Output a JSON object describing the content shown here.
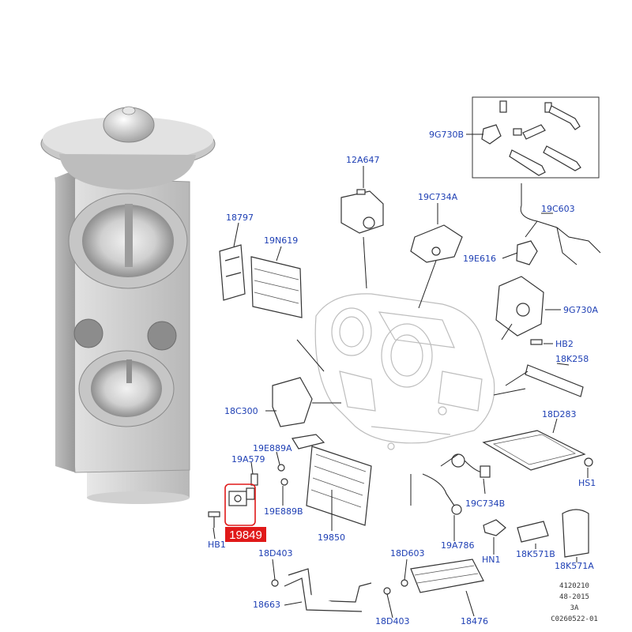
{
  "colors": {
    "label": "#1e3fb4",
    "highlight": "#e01919",
    "line": "#222222",
    "valve_metal": "#d9d9d9"
  },
  "callouts": [
    {
      "id": "9g730b",
      "text": "9G730B"
    },
    {
      "id": "12a647",
      "text": "12A647"
    },
    {
      "id": "19c734a",
      "text": "19C734A"
    },
    {
      "id": "19c603",
      "text": "19C603"
    },
    {
      "id": "18797",
      "text": "18797"
    },
    {
      "id": "19n619",
      "text": "19N619"
    },
    {
      "id": "19e616",
      "text": "19E616"
    },
    {
      "id": "9g730a",
      "text": "9G730A"
    },
    {
      "id": "hb2",
      "text": "HB2"
    },
    {
      "id": "18k258",
      "text": "18K258"
    },
    {
      "id": "18c300",
      "text": "18C300"
    },
    {
      "id": "18d283",
      "text": "18D283"
    },
    {
      "id": "19e889a",
      "text": "19E889A"
    },
    {
      "id": "19a579",
      "text": "19A579"
    },
    {
      "id": "hs1",
      "text": "HS1"
    },
    {
      "id": "19c734b",
      "text": "19C734B"
    },
    {
      "id": "19e889b",
      "text": "19E889B"
    },
    {
      "id": "hb1",
      "text": "HB1"
    },
    {
      "id": "19850",
      "text": "19850"
    },
    {
      "id": "19a786",
      "text": "19A786"
    },
    {
      "id": "hn1",
      "text": "HN1"
    },
    {
      "id": "18k571b",
      "text": "18K571B"
    },
    {
      "id": "18k571a",
      "text": "18K571A"
    },
    {
      "id": "18d403a",
      "text": "18D403"
    },
    {
      "id": "18d603",
      "text": "18D603"
    },
    {
      "id": "18663",
      "text": "18663"
    },
    {
      "id": "18d403b",
      "text": "18D403"
    },
    {
      "id": "18476",
      "text": "18476"
    }
  ],
  "highlight_label": "19849",
  "drawing_code": [
    "4120210",
    "48-2015",
    "3A",
    "C0260522-01"
  ]
}
